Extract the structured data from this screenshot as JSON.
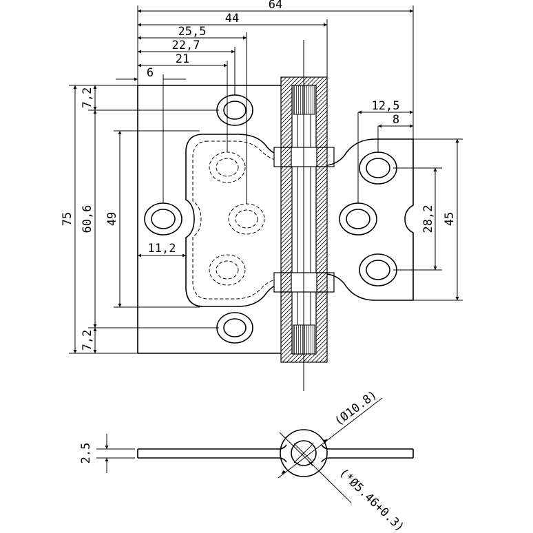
{
  "dimensions": {
    "overall_width": "64",
    "width_44": "44",
    "width_25_5": "25,5",
    "width_22_7": "22,7",
    "width_21": "21",
    "width_6": "6",
    "height_75": "75",
    "height_60_6": "60,6",
    "edge_top_7_2": "7,2",
    "edge_bottom_7_2": "7,2",
    "height_49": "49",
    "width_11_2": "11,2",
    "width_12_5": "12,5",
    "width_8": "8",
    "height_28_2": "28,2",
    "height_45": "45",
    "thickness_2_5": "2.5",
    "diameter_outer": "(Ø10.8)",
    "diameter_inner": "(*Ø5.46+0.3)"
  }
}
